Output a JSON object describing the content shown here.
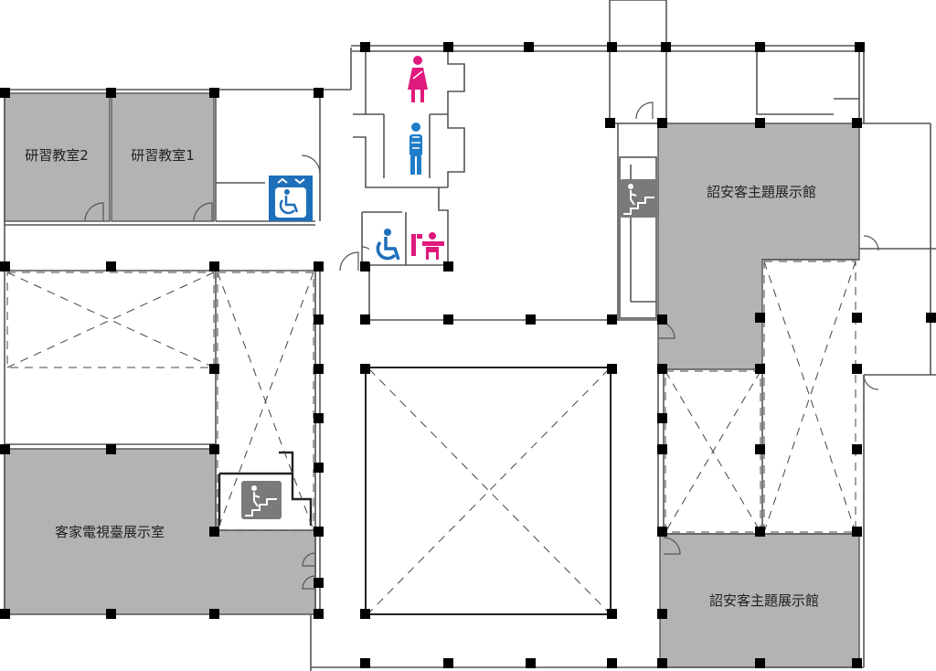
{
  "rooms": {
    "study_room_2": "研習教室2",
    "study_room_1": "研習教室1",
    "zhaoan_hall_upper": "詔安客主題展示館",
    "zhaoan_hall_lower": "詔安客主題展示館",
    "hakka_tv_room": "客家電視臺展示室"
  },
  "icons": {
    "female_restroom": "female-restroom-icon",
    "male_restroom": "male-restroom-icon",
    "accessible_restroom": "accessible-restroom-icon",
    "accessible_elevator": "accessible-elevator-icon",
    "baby_changing": "baby-changing-icon",
    "stairs_right": "stairs-icon",
    "stairs_left": "stairs-icon"
  },
  "colors": {
    "room_fill": "#b3b3b3",
    "female": "#e0197d",
    "male": "#1e7cc8",
    "accessible": "#1e6fba",
    "stairs_bg": "#7a7a7a"
  }
}
